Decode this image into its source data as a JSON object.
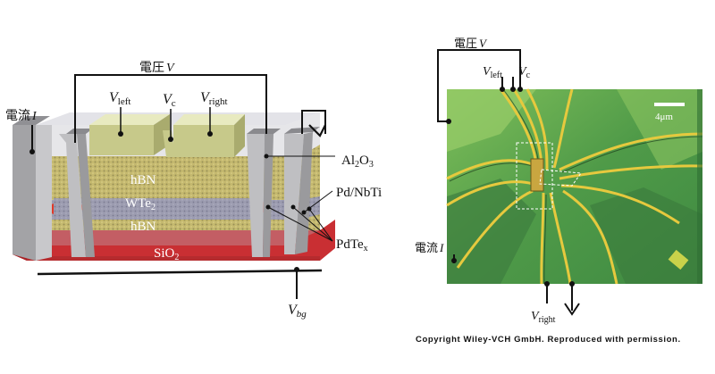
{
  "labels": {
    "voltage": "電圧",
    "voltage_sym": "V",
    "current": "電流",
    "current_sym": "I",
    "v_left": "V",
    "v_left_sub": "left",
    "v_c": "V",
    "v_c_sub": "c",
    "v_right": "V",
    "v_right_sub": "right",
    "al2o3": "Al",
    "al2o3_sub": "2",
    "al2o3_tail": "O",
    "al2o3_sub2": "3",
    "pd_nbti": "Pd/NbTi",
    "hbn_top": "hBN",
    "wte2": "WTe",
    "wte2_sub": "2",
    "hbn_bottom": "hBN",
    "pdtex": "PdTe",
    "pdtex_sub": "x",
    "sio2": "SiO",
    "sio2_sub": "2",
    "vbg": "V",
    "vbg_sub": "bg",
    "scalebar": "4μm"
  },
  "caption": "Copyright Wiley-VCH GmbH. Reproduced with permission.",
  "colors": {
    "substrate_red": "#d2393b",
    "hbn_yellow": "#c9b53a",
    "wte2_blue": "#8888a8",
    "electrode_gray": "#a8a8a8",
    "pad_yellow": "#e4e6a8",
    "micro_green": "#5aa64a",
    "wire_yellow": "#e8cc40"
  }
}
